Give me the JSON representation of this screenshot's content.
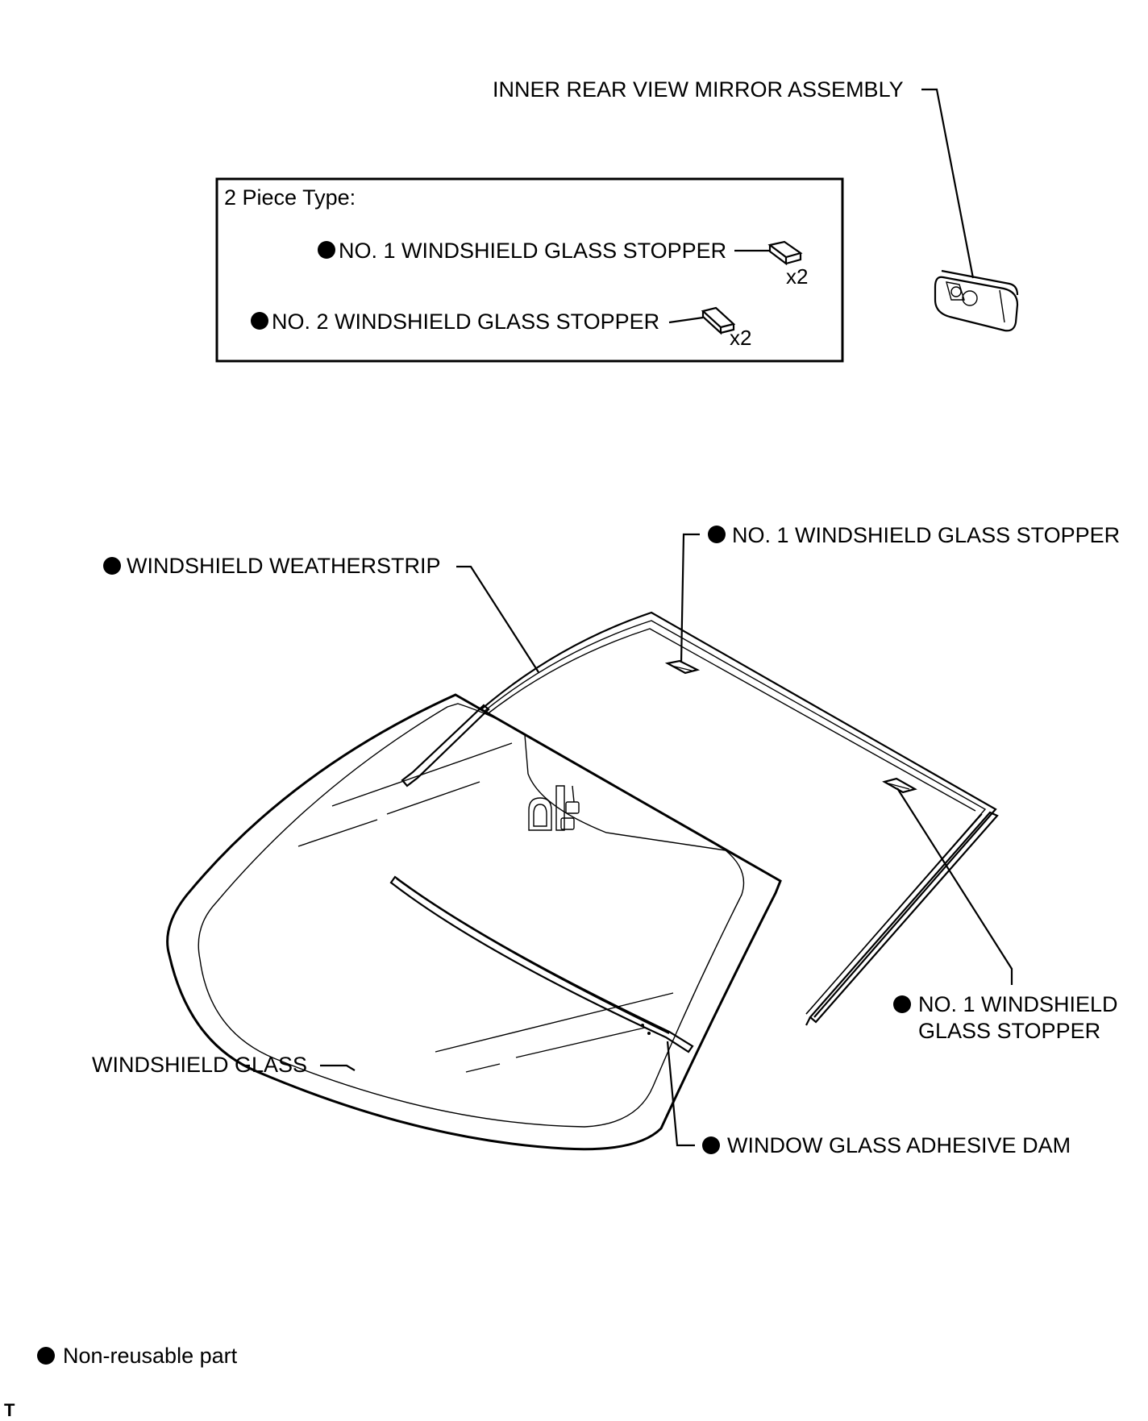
{
  "labels": {
    "mirror": "INNER REAR VIEW MIRROR ASSEMBLY",
    "inset_title": "2 Piece Type:",
    "inset_stopper1": "NO. 1 WINDSHIELD GLASS STOPPER",
    "inset_stopper2": "NO. 2 WINDSHIELD GLASS STOPPER",
    "qty1": "x2",
    "qty2": "x2",
    "weatherstrip": "WINDSHIELD WEATHERSTRIP",
    "stopper_top": "NO. 1 WINDSHIELD GLASS STOPPER",
    "stopper_right_line1": "NO. 1 WINDSHIELD",
    "stopper_right_line2": "GLASS STOPPER",
    "glass": "WINDSHIELD GLASS",
    "dam": "WINDOW GLASS ADHESIVE DAM",
    "legend": "Non-reusable part",
    "corner_mark": "T"
  }
}
